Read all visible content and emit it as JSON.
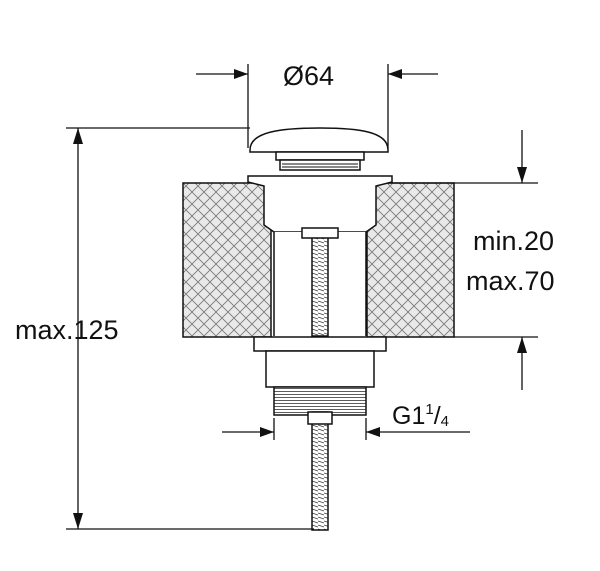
{
  "dimensions": {
    "diameter": {
      "symbol": "Ø",
      "value": "64"
    },
    "thickness_min": "min.20",
    "thickness_max": "max.70",
    "height_max": "max.125",
    "thread": {
      "base": "G1",
      "fraction_num": "1",
      "fraction_den": "4"
    }
  },
  "colors": {
    "line": "#111111",
    "hatch": "#555555",
    "panel_fill": "#e9e9e9",
    "background": "#ffffff"
  }
}
